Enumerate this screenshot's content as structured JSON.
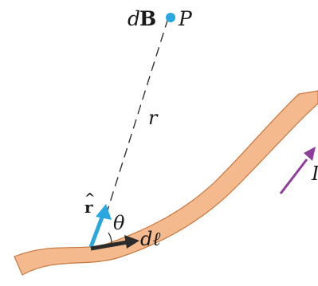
{
  "labels": {
    "dB_d": "d",
    "dB_B": "B",
    "point": "P",
    "r": "r",
    "r_hat": "r",
    "r_hat_mark": "^",
    "theta": "θ",
    "dl": "dℓ",
    "current": "I"
  },
  "colors": {
    "wire_fill": "#f4b98c",
    "wire_edge": "#c7773f",
    "point": "#29a8e0",
    "r_hat_arrow": "#29a8e0",
    "dl_arrow": "#2b2b2b",
    "current_arrow": "#8e3d9b",
    "dashed_line": "#333333"
  }
}
